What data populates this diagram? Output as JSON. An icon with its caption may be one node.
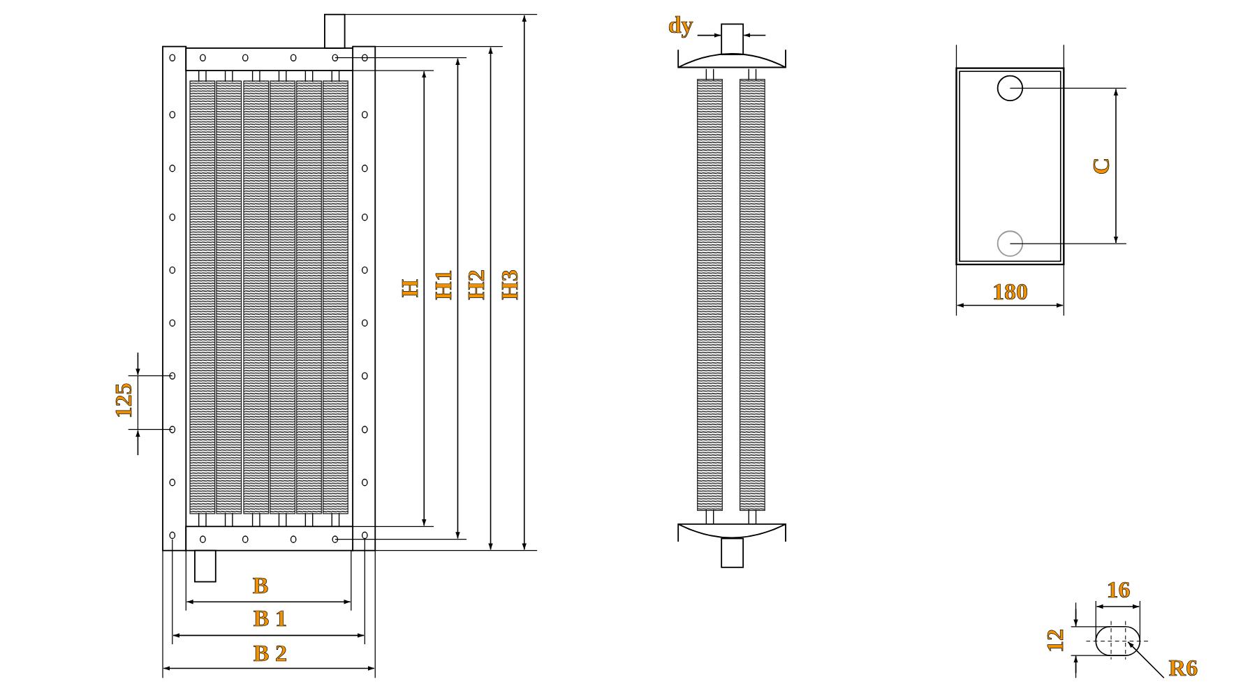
{
  "diagram": {
    "labels": [
      "dy",
      "C",
      "180",
      "H",
      "H1",
      "H2",
      "H3",
      "125",
      "B",
      "B 1",
      "B 2",
      "16",
      "12",
      "R6"
    ]
  }
}
